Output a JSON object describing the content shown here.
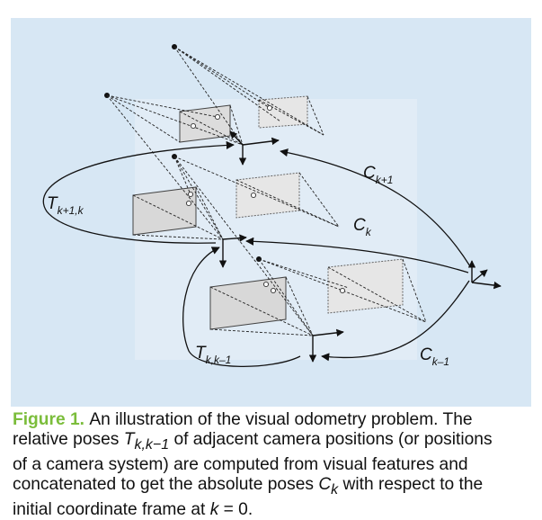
{
  "figure": {
    "labels": {
      "ck1": {
        "base": "C",
        "sub": "k+1"
      },
      "ck": {
        "base": "C",
        "sub": "k"
      },
      "ckm1": {
        "base": "C",
        "sub": "k–1"
      },
      "tk1k": {
        "base": "T",
        "sub": "k+1,k"
      },
      "tkkm1": {
        "base": "T",
        "sub": "k,k–1"
      }
    },
    "colors": {
      "background": "#d7e7f4",
      "inner_panel": "#ecf2f8",
      "accent": "#7bbd3b"
    }
  },
  "caption": {
    "label": "Figure 1.",
    "lines": [
      "An illustration of the visual odometry problem. The",
      "relative poses T_{k,k−1} of adjacent camera positions (or positions",
      "of a camera system) are computed from visual features and",
      "concatenated to get the absolute poses C_k with respect to the",
      "initial coordinate frame at k = 0."
    ],
    "line1": "An illustration of the visual odometry problem. The",
    "line2_pre": "relative poses ",
    "line2_var": "T",
    "line2_sub": "k,k−1",
    "line2_post": " of adjacent camera positions (or positions",
    "line3": "of a camera system) are computed from visual features and",
    "line4_pre": "concatenated to get the absolute poses ",
    "line4_var": "C",
    "line4_sub": "k",
    "line4_post": " with respect to the",
    "line5_pre": "initial coordinate frame at ",
    "line5_var": "k",
    "line5_post": " = 0."
  }
}
